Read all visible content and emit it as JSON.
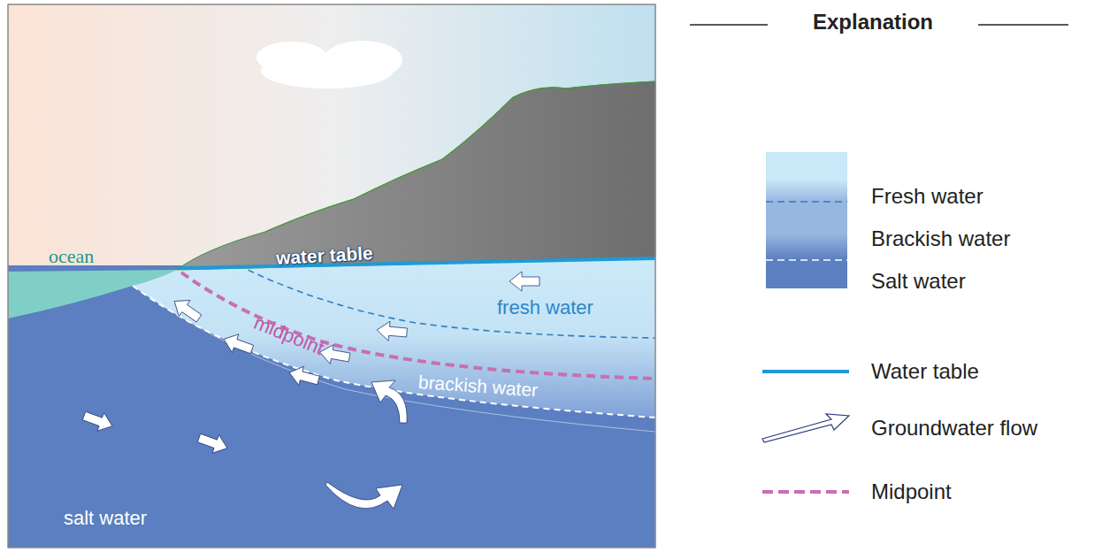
{
  "diagram": {
    "labels": [
      "ocean",
      "water table",
      "fresh water",
      "midpoint",
      "brackish water",
      "salt water",
      "Explanation"
    ],
    "legend": [
      {
        "text": "Fresh water",
        "color": "#c9e8f8"
      },
      {
        "text": "Brackish water",
        "color": "#97b6e0"
      },
      {
        "text": "Salt water",
        "color": "#5b7fc0"
      },
      {
        "text": "Water table"
      },
      {
        "text": "Groundwater flow"
      },
      {
        "text": "Midpoint"
      }
    ]
  }
}
